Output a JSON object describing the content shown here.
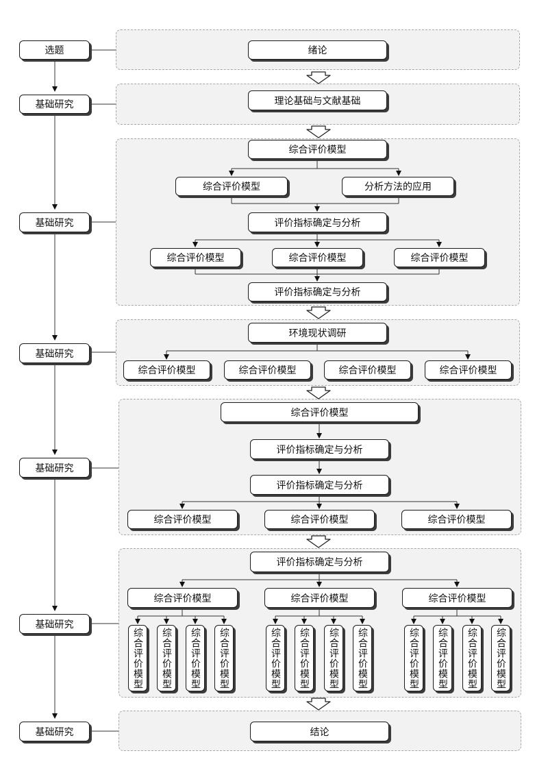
{
  "stages": [
    {
      "label": "选题"
    },
    {
      "label": "基础研究"
    },
    {
      "label": "基础研究"
    },
    {
      "label": "基础研究"
    },
    {
      "label": "基础研究"
    },
    {
      "label": "基础研究"
    },
    {
      "label": "基础研究"
    }
  ],
  "s1": {
    "title": "绪论"
  },
  "s2": {
    "title": "理论基础与文献基础"
  },
  "s3": {
    "top": "综合评价模型",
    "left": "综合评价模型",
    "right": "分析方法的应用",
    "mid": "评价指标确定与分析",
    "three": [
      "综合评价模型",
      "综合评价模型",
      "综合评价模型"
    ],
    "bottom": "评价指标确定与分析"
  },
  "s4": {
    "top": "环境现状调研",
    "four": [
      "综合评价模型",
      "综合评价模型",
      "综合评价模型",
      "综合评价模型"
    ]
  },
  "s5": {
    "top": "综合评价模型",
    "a": "评价指标确定与分析",
    "b": "评价指标确定与分析",
    "three": [
      "综合评价模型",
      "综合评价模型",
      "综合评价模型"
    ]
  },
  "s6": {
    "top": "评价指标确定与分析",
    "groups": [
      {
        "label": "综合评价模型",
        "children": [
          "综合评价模型",
          "综合评价模型",
          "综合评价模型",
          "综合评价模型"
        ]
      },
      {
        "label": "综合评价模型",
        "children": [
          "综合评价模型",
          "综合评价模型",
          "综合评价模型",
          "综合评价模型"
        ]
      },
      {
        "label": "综合评价模型",
        "children": [
          "综合评价模型",
          "综合评价模型",
          "综合评价模型",
          "综合评价模型"
        ]
      }
    ]
  },
  "s7": {
    "title": "结论"
  }
}
